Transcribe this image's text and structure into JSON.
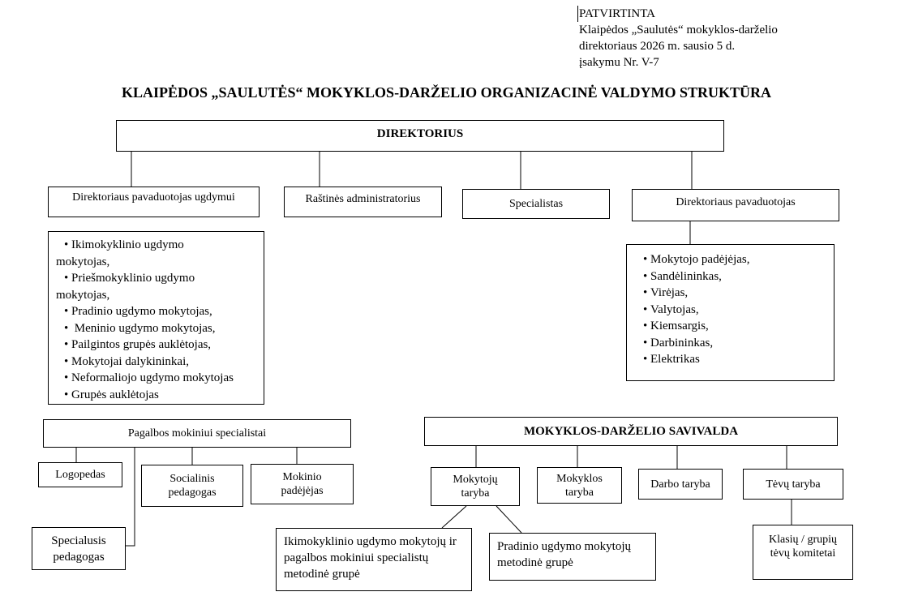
{
  "approval": {
    "line1": "PATVIRTINTA",
    "line2": "Klaipėdos „Saulutės“ mokyklos-darželio",
    "line3": "direktoriaus  2026 m. sausio 5 d.",
    "line4": "įsakymu Nr. V-7"
  },
  "title": "KLAIPĖDOS „SAULUTĖS“ MOKYKLOS-DARŽELIO ORGANIZACINĖ VALDYMO STRUKTŪRA",
  "director": "DIREKTORIUS",
  "deputy_education": "Direktoriaus pavaduotojas ugdymui",
  "office_admin": "Raštinės administratorius",
  "specialist": "Specialistas",
  "deputy": "Direktoriaus pavaduotojas",
  "teachers_list": {
    "bullet": "•",
    "items": [
      "Ikimokyklinio ugdymo mokytojas,",
      "Priešmokyklinio ugdymo mokytojas,",
      "Pradinio ugdymo mokytojas,",
      " Meninio ugdymo mokytojas,",
      "Pailgintos grupės auklėtojas,",
      "Mokytojai dalykininkai,",
      "Neformaliojo ugdymo mokytojas",
      "Grupės auklėtojas"
    ]
  },
  "staff_list": {
    "items": [
      "Mokytojo padėjėjas,",
      "Sandėlininkas,",
      "Virėjas,",
      "Valytojas,",
      "Kiemsargis,",
      "Darbininkas,",
      "Elektrikas"
    ]
  },
  "support": {
    "header": "Pagalbos mokiniui specialistai",
    "speech_therapist": "Logopedas",
    "social_pedagogue": "Socialinis pedagogas",
    "student_assistant": "Mokinio padėjėjas",
    "special_pedagogue": "Specialusis pedagogas"
  },
  "self_government": {
    "header": "MOKYKLOS-DARŽELIO SAVIVALDA",
    "teachers_council": "Mokytojų taryba",
    "school_council": "Mokyklos taryba",
    "work_council": "Darbo taryba",
    "parents_council": "Tėvų taryba",
    "preschool_group": "Ikimokyklinio ugdymo mokytojų ir pagalbos mokiniui specialistų metodinė grupė",
    "primary_group": "Pradinio ugdymo mokytojų metodinė grupė",
    "class_committees": "Klasių / grupių tėvų komitetai"
  }
}
